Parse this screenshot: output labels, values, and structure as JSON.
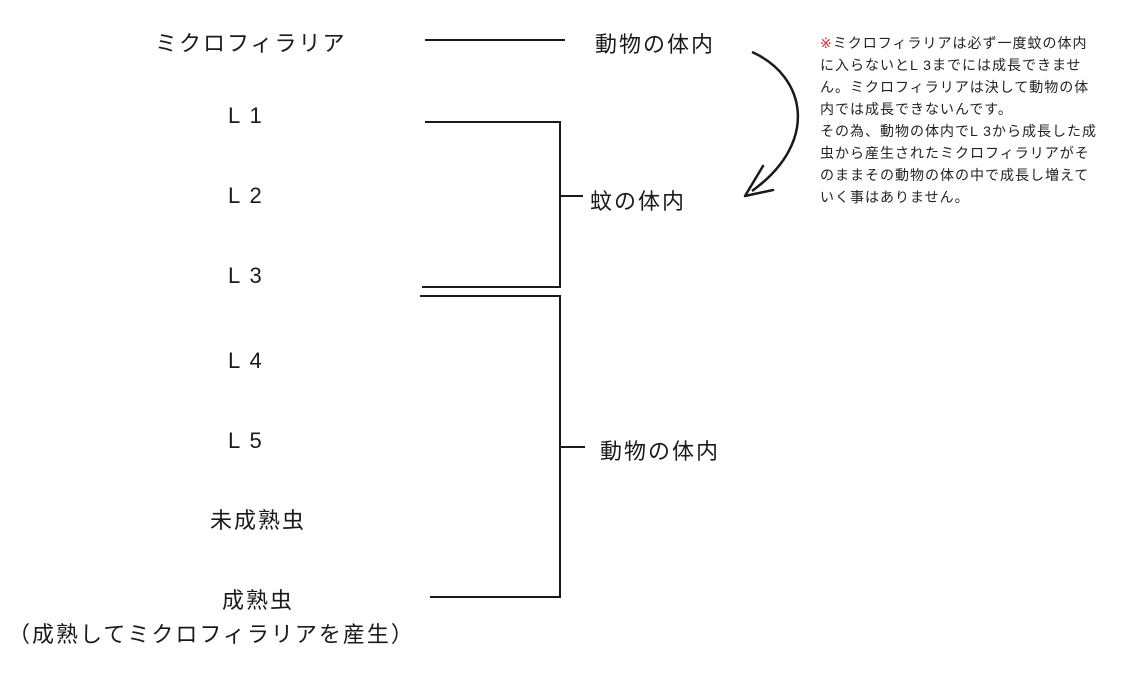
{
  "diagram": {
    "stages": {
      "microfilaria": "ミクロフィラリア",
      "l1": "L 1",
      "l2": "L 2",
      "l3": "L 3",
      "l4": "L 4",
      "l5": "L 5",
      "immature": "未成熟虫",
      "mature": "成熟虫",
      "mature_caption": "（成熟してミクロフィラリアを産生）"
    },
    "locations": {
      "animal_top": "動物の体内",
      "mosquito": "蚊の体内",
      "animal_bottom": "動物の体内"
    },
    "note": {
      "marker": "※",
      "marker_color": "#d03030",
      "body": "ミクロフィラリアは必ず一度蚊の体内に入らないとL 3までには成長できません。ミクロフィラリアは決して動物の体内では成長できないんです。\nその為、動物の体内でL 3から成長した成虫から産生されたミクロフィラリアがそのままその動物の体の中で成長し増えていく事はありません。"
    },
    "line_color": "#1a1a1a"
  }
}
